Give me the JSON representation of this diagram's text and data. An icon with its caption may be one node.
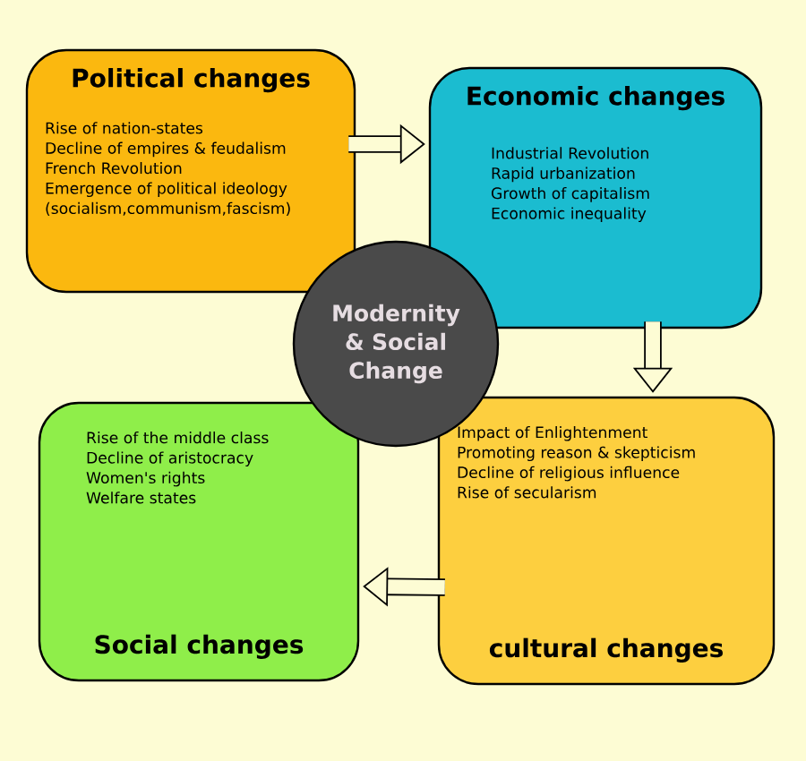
{
  "diagram": {
    "nodes": [
      {
        "text": [
          "Political changes",
          "Rise of nation-states",
          "Decline of empires & feudalism",
          "French Revolution",
          "Emergence of political ideology (socialism,communism,fascism)"
        ]
      },
      {
        "text": [
          "Economic changes",
          "Industrial Revolution",
          "Rapid urbanization",
          "Growth of capitalism",
          "Economic inequality"
        ]
      },
      {
        "text": [
          "Impact of Enlightenment",
          "Promoting reason & skepticism",
          "Decline of religious influence",
          "Rise of secularism",
          "cultural changes"
        ]
      },
      {
        "text": [
          "Rise of the middle class",
          "Decline of aristocracy",
          "Women's rights",
          "Welfare states",
          "Social changes"
        ]
      },
      {
        "text": [
          "Modernity & Social Change"
        ]
      }
    ],
    "edges": [
      {
        "from": 0,
        "to": 1,
        "arrow": "to"
      },
      {
        "from": 1,
        "to": 2,
        "arrow": "to"
      },
      {
        "from": 2,
        "to": 3,
        "arrow": "to"
      }
    ]
  }
}
